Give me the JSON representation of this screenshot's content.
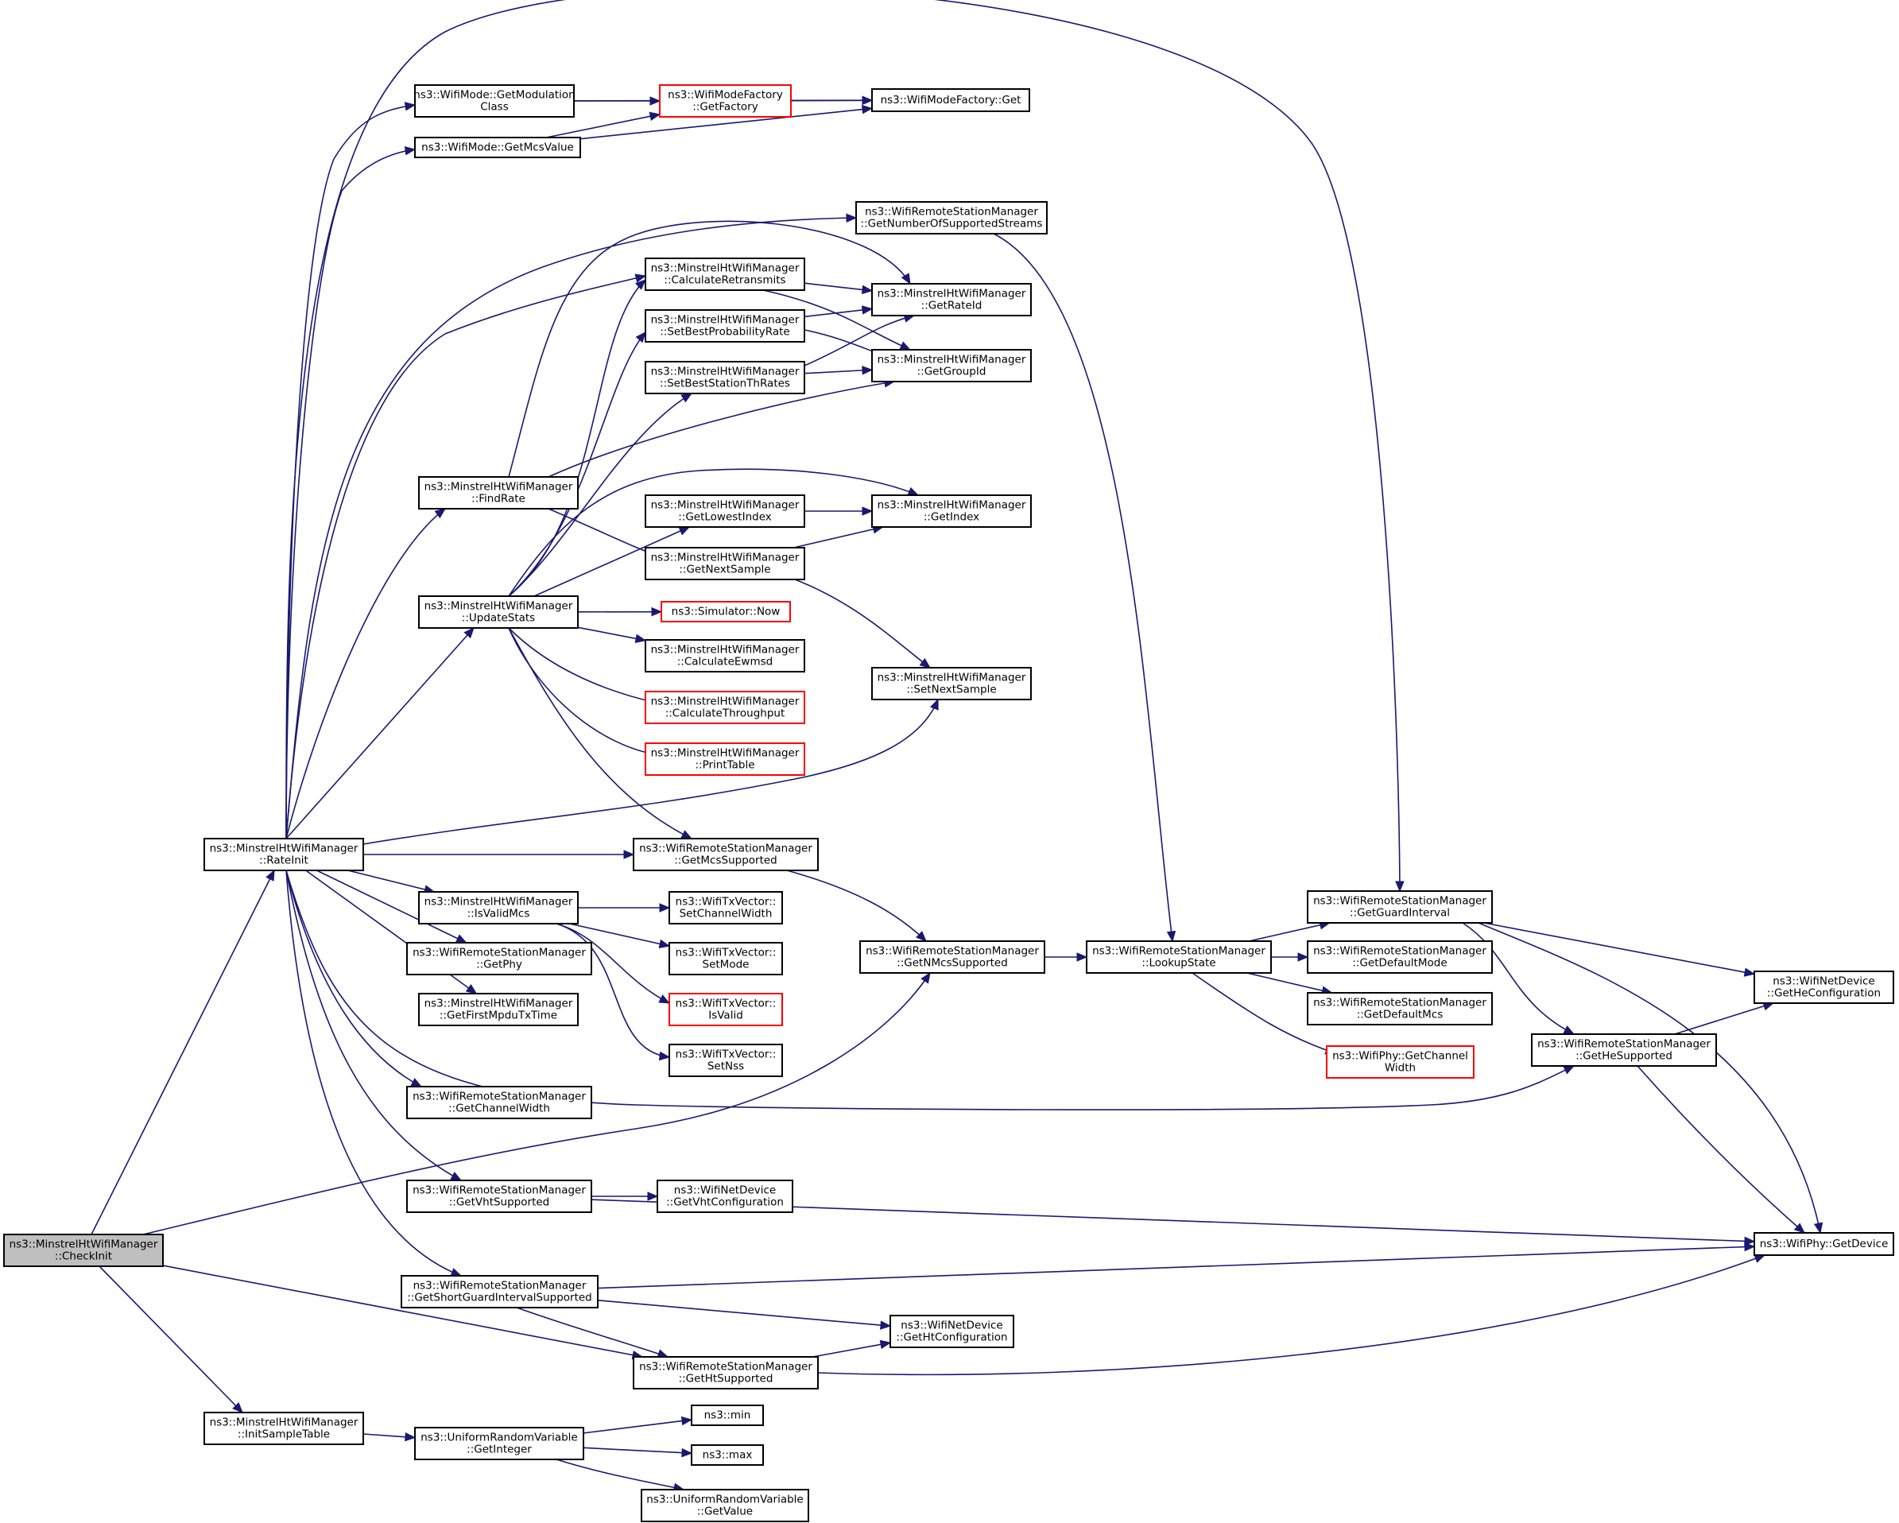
{
  "nodes": [
    {
      "id": "checkinit",
      "lines": [
        "ns3::MinstrelHtWifiManager",
        "::CheckInit"
      ],
      "style": "root"
    },
    {
      "id": "rateinit",
      "lines": [
        "ns3::MinstrelHtWifiManager",
        "::RateInit"
      ],
      "style": "normal"
    },
    {
      "id": "initsample",
      "lines": [
        "ns3::MinstrelHtWifiManager",
        "::InitSampleTable"
      ],
      "style": "normal"
    },
    {
      "id": "getmodclass",
      "lines": [
        "ns3::WifiMode::GetModulation",
        "Class"
      ],
      "style": "normal"
    },
    {
      "id": "getmcsvalue",
      "lines": [
        "ns3::WifiMode::GetMcsValue"
      ],
      "style": "normal"
    },
    {
      "id": "getfactory",
      "lines": [
        "ns3::WifiModeFactory",
        "::GetFactory"
      ],
      "style": "red"
    },
    {
      "id": "factoryget",
      "lines": [
        "ns3::WifiModeFactory::Get"
      ],
      "style": "normal"
    },
    {
      "id": "getnumstreams",
      "lines": [
        "ns3::WifiRemoteStationManager",
        "::GetNumberOfSupportedStreams"
      ],
      "style": "normal"
    },
    {
      "id": "calcretrans",
      "lines": [
        "ns3::MinstrelHtWifiManager",
        "::CalculateRetransmits"
      ],
      "style": "normal"
    },
    {
      "id": "setbestprob",
      "lines": [
        "ns3::MinstrelHtWifiManager",
        "::SetBestProbabilityRate"
      ],
      "style": "normal"
    },
    {
      "id": "setbestth",
      "lines": [
        "ns3::MinstrelHtWifiManager",
        "::SetBestStationThRates"
      ],
      "style": "normal"
    },
    {
      "id": "getrateid",
      "lines": [
        "ns3::MinstrelHtWifiManager",
        "::GetRateId"
      ],
      "style": "normal"
    },
    {
      "id": "getgroupid",
      "lines": [
        "ns3::MinstrelHtWifiManager",
        "::GetGroupId"
      ],
      "style": "normal"
    },
    {
      "id": "findrate",
      "lines": [
        "ns3::MinstrelHtWifiManager",
        "::FindRate"
      ],
      "style": "normal"
    },
    {
      "id": "getlowestidx",
      "lines": [
        "ns3::MinstrelHtWifiManager",
        "::GetLowestIndex"
      ],
      "style": "normal"
    },
    {
      "id": "getnextsample",
      "lines": [
        "ns3::MinstrelHtWifiManager",
        "::GetNextSample"
      ],
      "style": "normal"
    },
    {
      "id": "getindex",
      "lines": [
        "ns3::MinstrelHtWifiManager",
        "::GetIndex"
      ],
      "style": "normal"
    },
    {
      "id": "updatestats",
      "lines": [
        "ns3::MinstrelHtWifiManager",
        "::UpdateStats"
      ],
      "style": "normal"
    },
    {
      "id": "simnow",
      "lines": [
        "ns3::Simulator::Now"
      ],
      "style": "red"
    },
    {
      "id": "calcewmsd",
      "lines": [
        "ns3::MinstrelHtWifiManager",
        "::CalculateEwmsd"
      ],
      "style": "normal"
    },
    {
      "id": "calcthroughput",
      "lines": [
        "ns3::MinstrelHtWifiManager",
        "::CalculateThroughput"
      ],
      "style": "red"
    },
    {
      "id": "printtable",
      "lines": [
        "ns3::MinstrelHtWifiManager",
        "::PrintTable"
      ],
      "style": "red"
    },
    {
      "id": "setnextsample",
      "lines": [
        "ns3::MinstrelHtWifiManager",
        "::SetNextSample"
      ],
      "style": "normal"
    },
    {
      "id": "getmcssupported",
      "lines": [
        "ns3::WifiRemoteStationManager",
        "::GetMcsSupported"
      ],
      "style": "normal"
    },
    {
      "id": "isvalidmcs",
      "lines": [
        "ns3::MinstrelHtWifiManager",
        "::IsValidMcs"
      ],
      "style": "normal"
    },
    {
      "id": "setchanwidth",
      "lines": [
        "ns3::WifiTxVector::",
        "SetChannelWidth"
      ],
      "style": "normal"
    },
    {
      "id": "setmode",
      "lines": [
        "ns3::WifiTxVector::",
        "SetMode"
      ],
      "style": "normal"
    },
    {
      "id": "isvalid",
      "lines": [
        "ns3::WifiTxVector::",
        "IsValid"
      ],
      "style": "red"
    },
    {
      "id": "setnss",
      "lines": [
        "ns3::WifiTxVector::",
        "SetNss"
      ],
      "style": "normal"
    },
    {
      "id": "getphy",
      "lines": [
        "ns3::WifiRemoteStationManager",
        "::GetPhy"
      ],
      "style": "normal"
    },
    {
      "id": "getfirstmpdu",
      "lines": [
        "ns3::MinstrelHtWifiManager",
        "::GetFirstMpduTxTime"
      ],
      "style": "normal"
    },
    {
      "id": "getchanwidth",
      "lines": [
        "ns3::WifiRemoteStationManager",
        "::GetChannelWidth"
      ],
      "style": "normal"
    },
    {
      "id": "getvhtsupported",
      "lines": [
        "ns3::WifiRemoteStationManager",
        "::GetVhtSupported"
      ],
      "style": "normal"
    },
    {
      "id": "getvhtconfig",
      "lines": [
        "ns3::WifiNetDevice",
        "::GetVhtConfiguration"
      ],
      "style": "normal"
    },
    {
      "id": "getsgisupported",
      "lines": [
        "ns3::WifiRemoteStationManager",
        "::GetShortGuardIntervalSupported"
      ],
      "style": "normal"
    },
    {
      "id": "gethtconfig",
      "lines": [
        "ns3::WifiNetDevice",
        "::GetHtConfiguration"
      ],
      "style": "normal"
    },
    {
      "id": "gethtsupported",
      "lines": [
        "ns3::WifiRemoteStationManager",
        "::GetHtSupported"
      ],
      "style": "normal"
    },
    {
      "id": "getnmcs",
      "lines": [
        "ns3::WifiRemoteStationManager",
        "::GetNMcsSupported"
      ],
      "style": "normal"
    },
    {
      "id": "lookupstate",
      "lines": [
        "ns3::WifiRemoteStationManager",
        "::LookupState"
      ],
      "style": "normal"
    },
    {
      "id": "getguardinterval",
      "lines": [
        "ns3::WifiRemoteStationManager",
        "::GetGuardInterval"
      ],
      "style": "normal"
    },
    {
      "id": "getdefaultmode",
      "lines": [
        "ns3::WifiRemoteStationManager",
        "::GetDefaultMode"
      ],
      "style": "normal"
    },
    {
      "id": "getdefaultmcs",
      "lines": [
        "ns3::WifiRemoteStationManager",
        "::GetDefaultMcs"
      ],
      "style": "normal"
    },
    {
      "id": "getchannelwidthphy",
      "lines": [
        "ns3::WifiPhy::GetChannel",
        "Width"
      ],
      "style": "red"
    },
    {
      "id": "getheconfig",
      "lines": [
        "ns3::WifiNetDevice",
        "::GetHeConfiguration"
      ],
      "style": "normal"
    },
    {
      "id": "gethesupported",
      "lines": [
        "ns3::WifiRemoteStationManager",
        "::GetHeSupported"
      ],
      "style": "normal"
    },
    {
      "id": "getdevice",
      "lines": [
        "ns3::WifiPhy::GetDevice"
      ],
      "style": "normal"
    },
    {
      "id": "getinteger",
      "lines": [
        "ns3::UniformRandomVariable",
        "::GetInteger"
      ],
      "style": "normal"
    },
    {
      "id": "nsmin",
      "lines": [
        "ns3::min"
      ],
      "style": "normal"
    },
    {
      "id": "nsmax",
      "lines": [
        "ns3::max"
      ],
      "style": "normal"
    },
    {
      "id": "getvalue",
      "lines": [
        "ns3::UniformRandomVariable",
        "::GetValue"
      ],
      "style": "normal"
    }
  ],
  "edges": [
    [
      "checkinit",
      "rateinit"
    ],
    [
      "checkinit",
      "getnmcs"
    ],
    [
      "checkinit",
      "gethtsupported"
    ],
    [
      "checkinit",
      "initsample"
    ],
    [
      "rateinit",
      "getmodclass"
    ],
    [
      "rateinit",
      "getmcsvalue"
    ],
    [
      "rateinit",
      "getnumstreams"
    ],
    [
      "rateinit",
      "calcretrans"
    ],
    [
      "rateinit",
      "findrate"
    ],
    [
      "rateinit",
      "updatestats"
    ],
    [
      "rateinit",
      "setnextsample"
    ],
    [
      "rateinit",
      "getmcssupported"
    ],
    [
      "rateinit",
      "isvalidmcs"
    ],
    [
      "rateinit",
      "getphy"
    ],
    [
      "rateinit",
      "getfirstmpdu"
    ],
    [
      "rateinit",
      "getchanwidth"
    ],
    [
      "rateinit",
      "getvhtsupported"
    ],
    [
      "rateinit",
      "getsgisupported"
    ],
    [
      "rateinit",
      "gethesupported"
    ],
    [
      "rateinit",
      "getguardinterval"
    ],
    [
      "getmodclass",
      "getfactory"
    ],
    [
      "getmodclass",
      "factoryget"
    ],
    [
      "getmcsvalue",
      "getfactory"
    ],
    [
      "getmcsvalue",
      "factoryget"
    ],
    [
      "getfactory",
      "factoryget"
    ],
    [
      "getnumstreams",
      "lookupstate"
    ],
    [
      "calcretrans",
      "getrateid"
    ],
    [
      "calcretrans",
      "getgroupid"
    ],
    [
      "setbestprob",
      "getrateid"
    ],
    [
      "setbestprob",
      "getgroupid"
    ],
    [
      "setbestth",
      "getrateid"
    ],
    [
      "setbestth",
      "getgroupid"
    ],
    [
      "findrate",
      "getrateid"
    ],
    [
      "findrate",
      "getgroupid"
    ],
    [
      "findrate",
      "getnextsample"
    ],
    [
      "updatestats",
      "calcretrans"
    ],
    [
      "updatestats",
      "setbestprob"
    ],
    [
      "updatestats",
      "setbestth"
    ],
    [
      "updatestats",
      "getindex"
    ],
    [
      "updatestats",
      "getlowestidx"
    ],
    [
      "updatestats",
      "simnow"
    ],
    [
      "updatestats",
      "calcewmsd"
    ],
    [
      "updatestats",
      "calcthroughput"
    ],
    [
      "updatestats",
      "printtable"
    ],
    [
      "updatestats",
      "getmcssupported"
    ],
    [
      "getlowestidx",
      "getindex"
    ],
    [
      "getnextsample",
      "getindex"
    ],
    [
      "getnextsample",
      "setnextsample"
    ],
    [
      "getmcssupported",
      "getnmcs"
    ],
    [
      "isvalidmcs",
      "setchanwidth"
    ],
    [
      "isvalidmcs",
      "setmode"
    ],
    [
      "isvalidmcs",
      "isvalid"
    ],
    [
      "isvalidmcs",
      "setnss"
    ],
    [
      "getvhtsupported",
      "getvhtconfig"
    ],
    [
      "getvhtsupported",
      "getdevice"
    ],
    [
      "getsgisupported",
      "getdevice"
    ],
    [
      "getsgisupported",
      "gethtconfig"
    ],
    [
      "getsgisupported",
      "gethtsupported"
    ],
    [
      "gethtsupported",
      "gethtconfig"
    ],
    [
      "gethtsupported",
      "getdevice"
    ],
    [
      "getnmcs",
      "lookupstate"
    ],
    [
      "lookupstate",
      "getguardinterval"
    ],
    [
      "lookupstate",
      "getdefaultmode"
    ],
    [
      "lookupstate",
      "getdefaultmcs"
    ],
    [
      "lookupstate",
      "getchannelwidthphy"
    ],
    [
      "getguardinterval",
      "getheconfig"
    ],
    [
      "getguardinterval",
      "gethesupported"
    ],
    [
      "getguardinterval",
      "getdevice"
    ],
    [
      "gethesupported",
      "getheconfig"
    ],
    [
      "gethesupported",
      "getdevice"
    ],
    [
      "initsample",
      "getinteger"
    ],
    [
      "getinteger",
      "nsmin"
    ],
    [
      "getinteger",
      "nsmax"
    ],
    [
      "getinteger",
      "getvalue"
    ]
  ],
  "colors": {
    "edge": "#191970",
    "node_border": "#000000",
    "node_border_red": "#ff0000",
    "root_fill": "#bfbfbf",
    "background": "#ffffff"
  }
}
